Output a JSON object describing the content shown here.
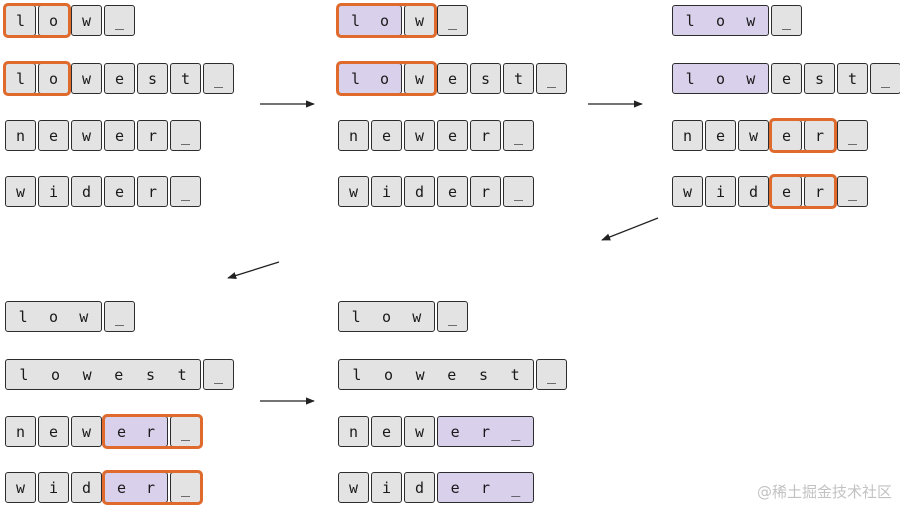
{
  "panels": [
    {
      "id": "step-1",
      "rows": [
        {
          "tokens": [
            {
              "t": "l"
            },
            {
              "t": "o"
            },
            {
              "t": "w"
            },
            {
              "t": "_"
            }
          ],
          "hl": [
            0,
            1
          ]
        },
        {
          "tokens": [
            {
              "t": "l"
            },
            {
              "t": "o"
            },
            {
              "t": "w"
            },
            {
              "t": "e"
            },
            {
              "t": "s"
            },
            {
              "t": "t"
            },
            {
              "t": "_"
            }
          ],
          "hl": [
            0,
            1
          ]
        },
        {
          "tokens": [
            {
              "t": "n"
            },
            {
              "t": "e"
            },
            {
              "t": "w"
            },
            {
              "t": "e"
            },
            {
              "t": "r"
            },
            {
              "t": "_"
            }
          ]
        },
        {
          "tokens": [
            {
              "t": "w"
            },
            {
              "t": "i"
            },
            {
              "t": "d"
            },
            {
              "t": "e"
            },
            {
              "t": "r"
            },
            {
              "t": "_"
            }
          ]
        }
      ]
    },
    {
      "id": "step-2",
      "rows": [
        {
          "tokens": [
            {
              "t": "lo",
              "m": true
            },
            {
              "t": "w"
            },
            {
              "t": "_"
            }
          ],
          "hl": [
            0,
            1
          ]
        },
        {
          "tokens": [
            {
              "t": "lo",
              "m": true
            },
            {
              "t": "w"
            },
            {
              "t": "e"
            },
            {
              "t": "s"
            },
            {
              "t": "t"
            },
            {
              "t": "_"
            }
          ],
          "hl": [
            0,
            1
          ]
        },
        {
          "tokens": [
            {
              "t": "n"
            },
            {
              "t": "e"
            },
            {
              "t": "w"
            },
            {
              "t": "e"
            },
            {
              "t": "r"
            },
            {
              "t": "_"
            }
          ]
        },
        {
          "tokens": [
            {
              "t": "w"
            },
            {
              "t": "i"
            },
            {
              "t": "d"
            },
            {
              "t": "e"
            },
            {
              "t": "r"
            },
            {
              "t": "_"
            }
          ]
        }
      ]
    },
    {
      "id": "step-3",
      "rows": [
        {
          "tokens": [
            {
              "t": "low",
              "m": true
            },
            {
              "t": "_"
            }
          ]
        },
        {
          "tokens": [
            {
              "t": "low",
              "m": true
            },
            {
              "t": "e"
            },
            {
              "t": "s"
            },
            {
              "t": "t"
            },
            {
              "t": "_"
            }
          ]
        },
        {
          "tokens": [
            {
              "t": "n"
            },
            {
              "t": "e"
            },
            {
              "t": "w"
            },
            {
              "t": "e"
            },
            {
              "t": "r"
            },
            {
              "t": "_"
            }
          ],
          "hl": [
            3,
            4
          ]
        },
        {
          "tokens": [
            {
              "t": "w"
            },
            {
              "t": "i"
            },
            {
              "t": "d"
            },
            {
              "t": "e"
            },
            {
              "t": "r"
            },
            {
              "t": "_"
            }
          ],
          "hl": [
            3,
            4
          ]
        }
      ]
    },
    {
      "id": "step-4",
      "rows": [
        {
          "tokens": [
            {
              "t": "low"
            },
            {
              "t": "_"
            }
          ]
        },
        {
          "tokens": [
            {
              "t": "lowest"
            },
            {
              "t": "_"
            }
          ]
        },
        {
          "tokens": [
            {
              "t": "n"
            },
            {
              "t": "e"
            },
            {
              "t": "w"
            },
            {
              "t": "er",
              "m": true
            },
            {
              "t": "_"
            }
          ],
          "hl": [
            3,
            4
          ]
        },
        {
          "tokens": [
            {
              "t": "w"
            },
            {
              "t": "i"
            },
            {
              "t": "d"
            },
            {
              "t": "er",
              "m": true
            },
            {
              "t": "_"
            }
          ],
          "hl": [
            3,
            4
          ]
        }
      ]
    },
    {
      "id": "step-5",
      "rows": [
        {
          "tokens": [
            {
              "t": "low"
            },
            {
              "t": "_"
            }
          ]
        },
        {
          "tokens": [
            {
              "t": "lowest"
            },
            {
              "t": "_"
            }
          ]
        },
        {
          "tokens": [
            {
              "t": "n"
            },
            {
              "t": "e"
            },
            {
              "t": "w"
            },
            {
              "t": "er_",
              "m": true
            }
          ]
        },
        {
          "tokens": [
            {
              "t": "w"
            },
            {
              "t": "i"
            },
            {
              "t": "d"
            },
            {
              "t": "er_",
              "m": true
            }
          ]
        }
      ]
    }
  ],
  "watermark": "@稀土掘金技术社区"
}
